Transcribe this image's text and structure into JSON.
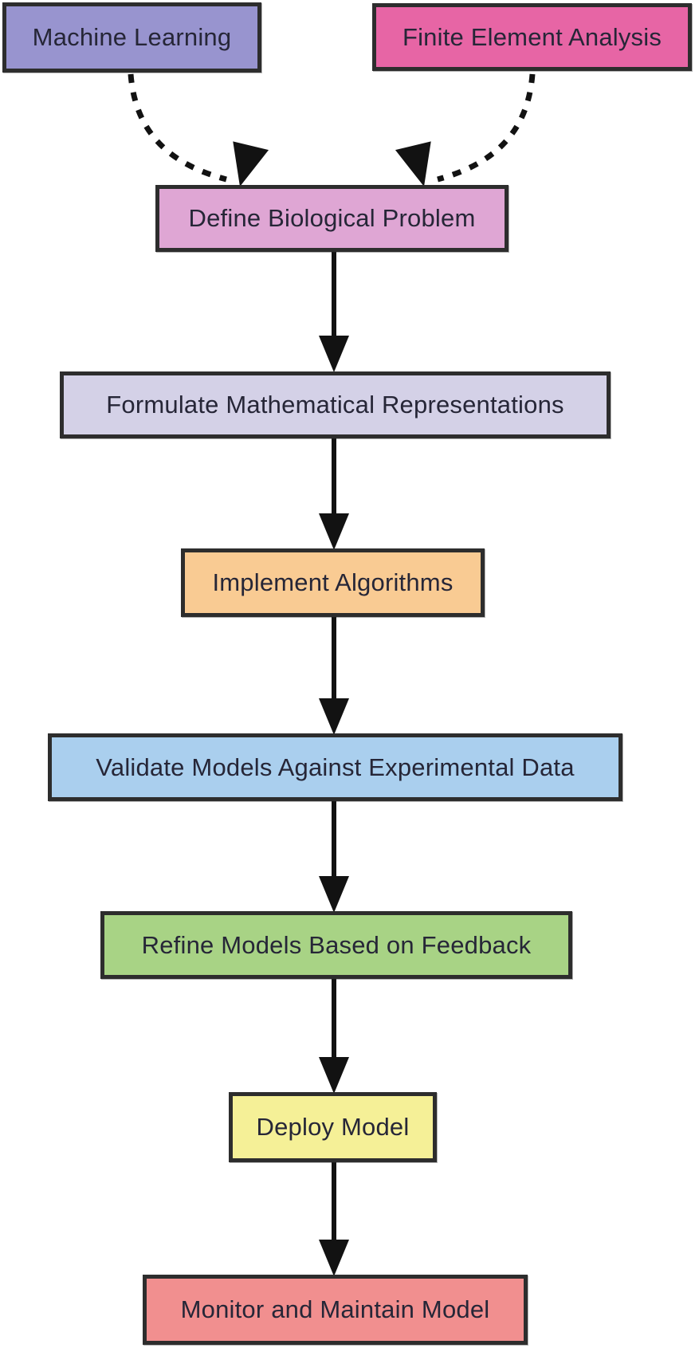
{
  "diagram": {
    "type": "flowchart",
    "nodes": [
      {
        "id": "machine-learning",
        "label": "Machine Learning",
        "fill": "#9894cf"
      },
      {
        "id": "finite-element-analysis",
        "label": "Finite Element Analysis",
        "fill": "#e765a5"
      },
      {
        "id": "define-biological-problem",
        "label": "Define Biological Problem",
        "fill": "#dfa6d4"
      },
      {
        "id": "formulate-math-representations",
        "label": "Formulate Mathematical Representations",
        "fill": "#d4d1e7"
      },
      {
        "id": "implement-algorithms",
        "label": "Implement Algorithms",
        "fill": "#f9cb93"
      },
      {
        "id": "validate-models",
        "label": "Validate Models Against Experimental Data",
        "fill": "#aacfee"
      },
      {
        "id": "refine-models",
        "label": "Refine Models Based on Feedback",
        "fill": "#a8d385"
      },
      {
        "id": "deploy-model",
        "label": "Deploy Model",
        "fill": "#f5f097"
      },
      {
        "id": "monitor-maintain-model",
        "label": "Monitor and Maintain Model",
        "fill": "#f18f8f"
      }
    ],
    "edges": [
      {
        "from": "machine-learning",
        "to": "define-biological-problem",
        "style": "dashed"
      },
      {
        "from": "finite-element-analysis",
        "to": "define-biological-problem",
        "style": "dashed"
      },
      {
        "from": "define-biological-problem",
        "to": "formulate-math-representations",
        "style": "solid"
      },
      {
        "from": "formulate-math-representations",
        "to": "implement-algorithms",
        "style": "solid"
      },
      {
        "from": "implement-algorithms",
        "to": "validate-models",
        "style": "solid"
      },
      {
        "from": "validate-models",
        "to": "refine-models",
        "style": "solid"
      },
      {
        "from": "refine-models",
        "to": "deploy-model",
        "style": "solid"
      },
      {
        "from": "deploy-model",
        "to": "monitor-maintain-model",
        "style": "solid"
      }
    ],
    "colors": {
      "background": "#ffffff",
      "node_border": "#2d2d2d",
      "arrow": "#121212",
      "text": "#262637"
    }
  }
}
